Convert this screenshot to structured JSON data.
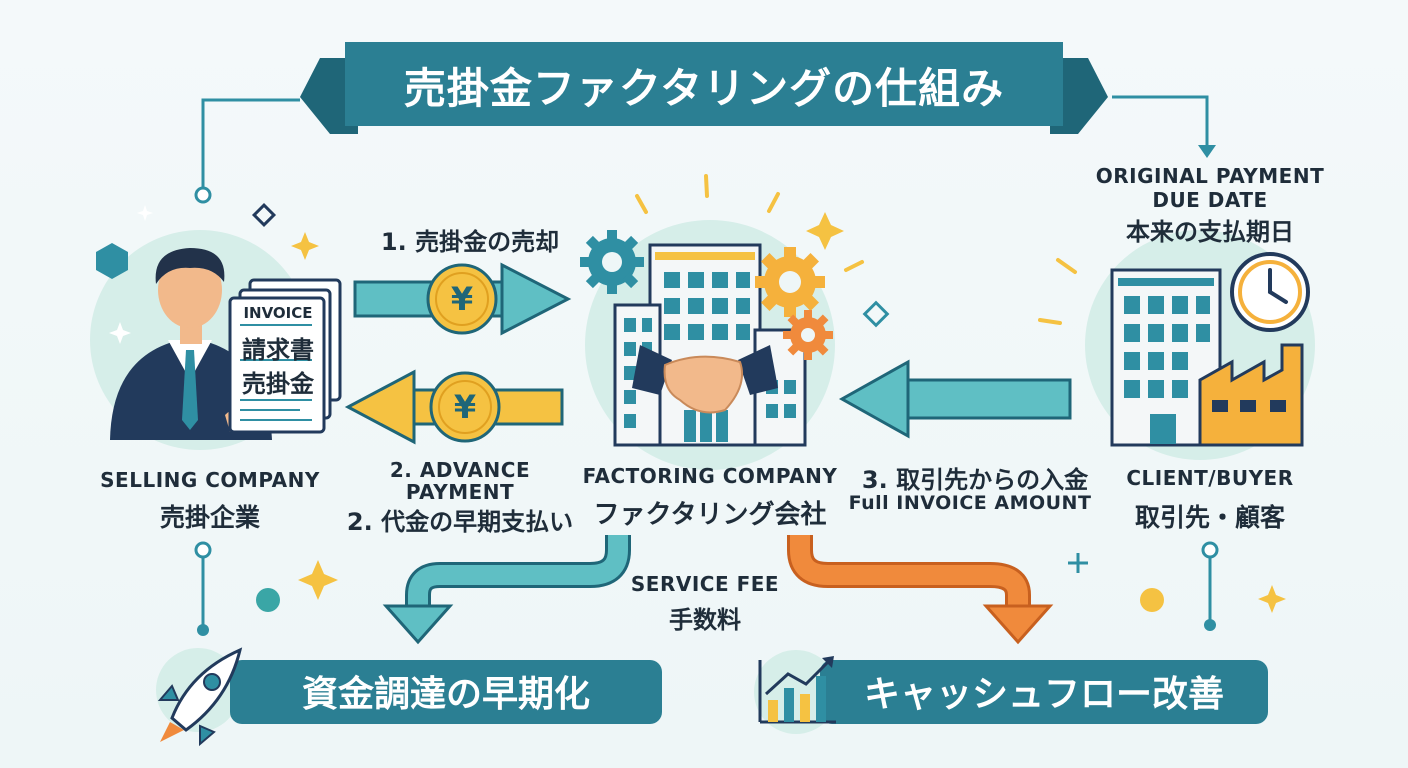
{
  "title": "売掛金ファクタリングの仕組み",
  "nodes": {
    "selling": {
      "name_en": "SELLING COMPANY",
      "name_jp": "売掛企業"
    },
    "factoring": {
      "name_en": "FACTORING COMPANY",
      "name_jp": "ファクタリング会社"
    },
    "client": {
      "name_en": "CLIENT/BUYER",
      "name_jp": "取引先・顧客"
    }
  },
  "document": {
    "line1": "INVOICE",
    "line2": "請求書",
    "line3": "売掛金"
  },
  "due_date": {
    "line1": "ORIGINAL PAYMENT",
    "line2": "DUE DATE",
    "line3": "本来の支払期日"
  },
  "flows": {
    "sale": {
      "label": "1. 売掛金の売却"
    },
    "advance": {
      "label_en_1": "2. ADVANCE",
      "label_en_2": "PAYMENT",
      "label_jp": "2. 代金の早期支払い"
    },
    "collection": {
      "label_jp": "3. 取引先からの入金",
      "label_en": "Full INVOICE AMOUNT"
    },
    "fee": {
      "label_en": "SERVICE FEE",
      "label_jp": "手数料"
    }
  },
  "currency_symbol": "¥",
  "benefits": [
    {
      "label": "資金調達の早期化",
      "icon": "rocket-icon"
    },
    {
      "label": "キャッシュフロー改善",
      "icon": "growth-chart-icon"
    }
  ],
  "colors": {
    "teal": "#2f8fa3",
    "banner": "#2b7f93",
    "dark_teal": "#1f6678",
    "yellow": "#f5c242",
    "orange": "#f08a3c",
    "navy": "#223a5c"
  }
}
